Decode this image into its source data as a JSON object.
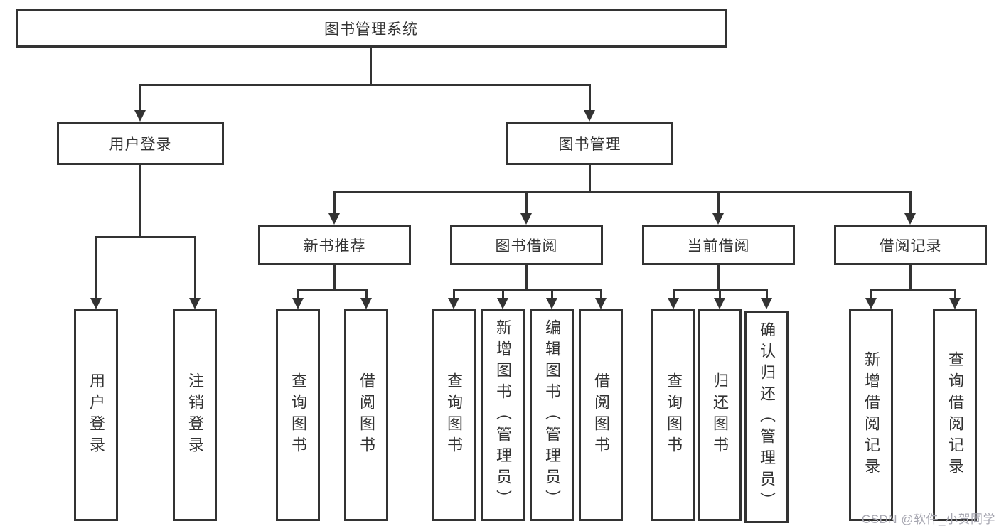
{
  "root": {
    "label": "图书管理系统"
  },
  "user_login": {
    "label": "用户登录",
    "leaves": [
      {
        "label": "用户登录"
      },
      {
        "label": "注销登录"
      }
    ]
  },
  "book_management": {
    "label": "图书管理",
    "children": [
      {
        "label": "新书推荐",
        "leaves": [
          {
            "label": "查询图书"
          },
          {
            "label": "借阅图书"
          }
        ]
      },
      {
        "label": "图书借阅",
        "leaves": [
          {
            "label": "查询图书"
          },
          {
            "label": "新增图书（管理员）"
          },
          {
            "label": "编辑图书（管理员）"
          },
          {
            "label": "借阅图书"
          }
        ]
      },
      {
        "label": "当前借阅",
        "leaves": [
          {
            "label": "查询图书"
          },
          {
            "label": "归还图书"
          },
          {
            "label": "确认归还（管理员）"
          }
        ]
      },
      {
        "label": "借阅记录",
        "leaves": [
          {
            "label": "新增借阅记录"
          },
          {
            "label": "查询借阅记录"
          }
        ]
      }
    ]
  },
  "watermark": "CSDN @软件_小贺同学",
  "colors": {
    "line": "#333333",
    "box_border": "#333333",
    "text": "#333333",
    "watermark": "#a6a6b0",
    "background": "#ffffff"
  }
}
